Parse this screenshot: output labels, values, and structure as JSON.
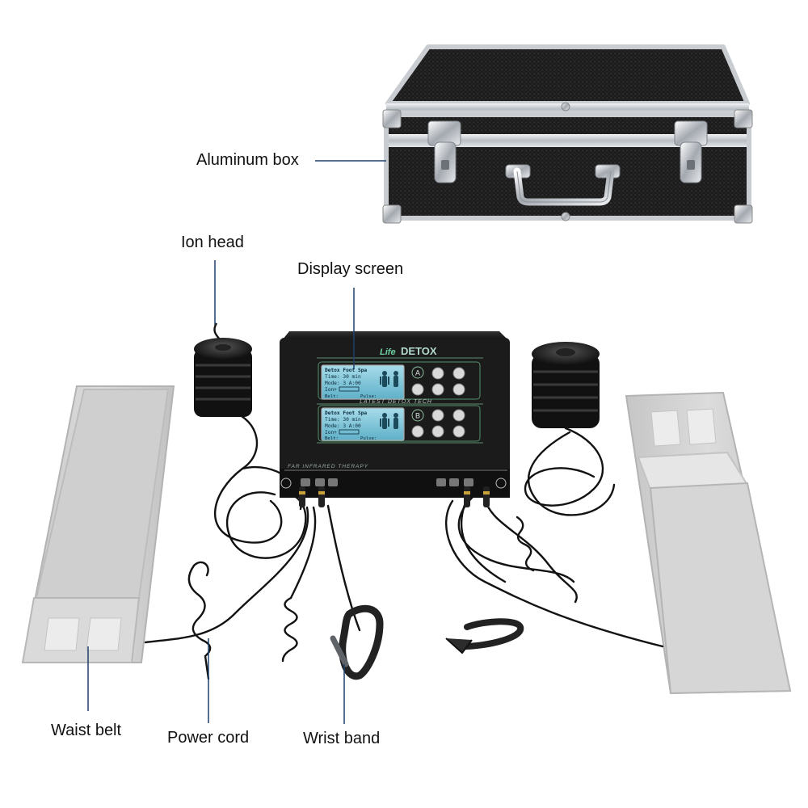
{
  "callouts": {
    "aluminum_box": "Aluminum box",
    "ion_head": "Ion head",
    "display_screen": "Display screen",
    "waist_belt": "Waist belt",
    "power_cord": "Power cord",
    "wrist_band": "Wrist band"
  },
  "device": {
    "brand": "DETOX",
    "brand_mark": "Life",
    "middle_strip": "LATEST DETOX TECH",
    "bottom_strip": "FAR INFRARED THERAPY",
    "channel_a": "A",
    "channel_b": "B",
    "screen_a": {
      "title": "Detox Foot Spa",
      "time": "Time: 30 min",
      "mode": "Mode: 3  A:00",
      "ion": "Ion+",
      "belt": "Belt:",
      "pulse": "Pulse:"
    },
    "screen_b": {
      "title": "Detox Foot Spa",
      "time": "Time: 30 min",
      "mode": "Mode: 3  A:00",
      "ion": "Ion+",
      "belt": "Belt:",
      "pulse": "Pulse:"
    }
  },
  "colors": {
    "leader_line": "#1f3f6b",
    "case_panel": "#1c1c1c",
    "case_trim": "#c8ccd0",
    "device_body": "#1b1b1b",
    "lcd_screen": "#7fc3d6",
    "belt_fabric": "#d3d3d3",
    "cable": "#121212"
  }
}
